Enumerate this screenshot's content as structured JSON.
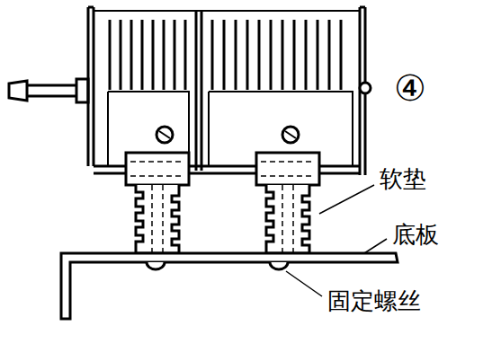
{
  "diagram": {
    "labels": [
      "④",
      "软垫",
      "底板",
      "固定螺丝"
    ]
  }
}
